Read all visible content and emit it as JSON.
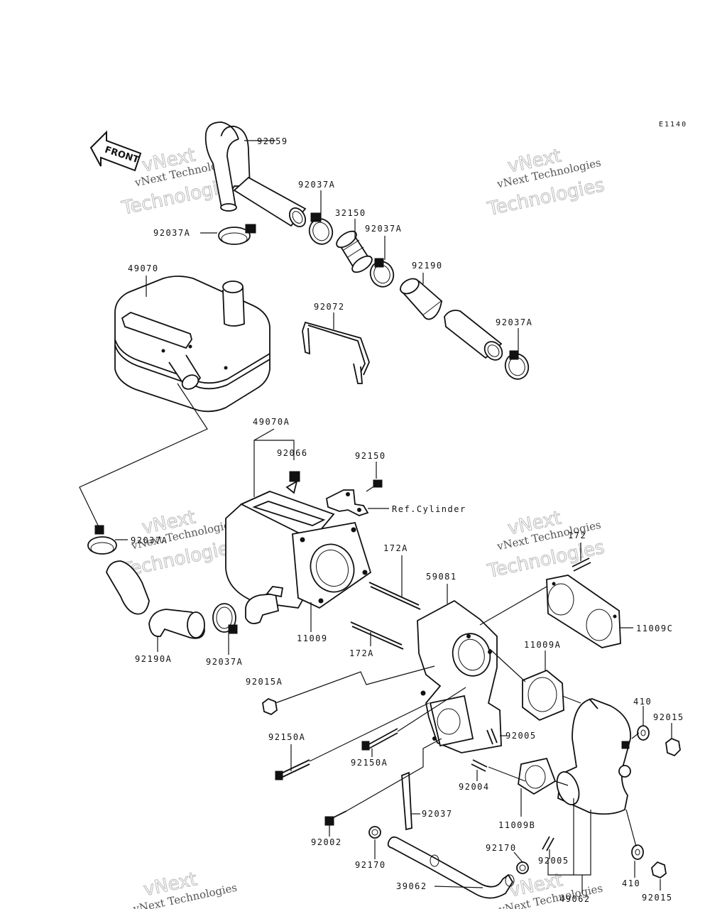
{
  "diagram_code": "E1140",
  "front_marker": "FRONT",
  "watermark": {
    "brand": "vNext Technologies",
    "wordmark": "vNext",
    "tech_word": "Technologies"
  },
  "part_labels": {
    "p92059": "92059",
    "p92037a_1": "92037A",
    "p92037a_2": "92037A",
    "p32150": "32150",
    "p92037a_3": "92037A",
    "p49070": "49070",
    "p92190": "92190",
    "p92072": "92072",
    "p92037a_4": "92037A",
    "p49070a": "49070A",
    "p92066": "92066",
    "p92150": "92150",
    "ref_cylinder": "Ref.Cylinder",
    "p92037a_5": "92037A",
    "p172_top": "172",
    "p172a_1": "172A",
    "p59081": "59081",
    "p11009c": "11009C",
    "p11009": "11009",
    "p172a_2": "172A",
    "p92190a": "92190A",
    "p92037a_6": "92037A",
    "p11009a": "11009A",
    "p92015a": "92015A",
    "p410_1": "410",
    "p92015_1": "92015",
    "p92005_1": "92005",
    "p92150a_1": "92150A",
    "p92150a_2": "92150A",
    "p92004": "92004",
    "p92037": "92037",
    "p11009b": "11009B",
    "p92002": "92002",
    "p92170_1": "92170",
    "p92170_2": "92170",
    "p92005_2": "92005",
    "p410_2": "410",
    "p92015_2": "92015",
    "p39062": "39062",
    "p49062": "49062"
  }
}
